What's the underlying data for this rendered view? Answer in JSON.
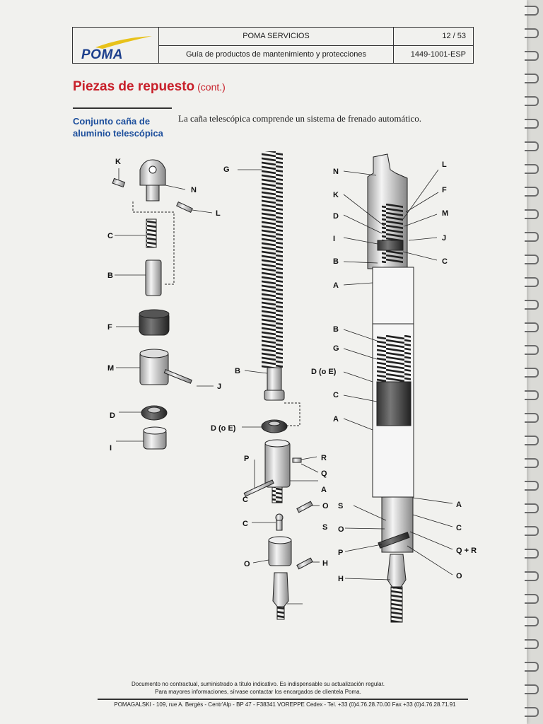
{
  "header": {
    "logo": "POMA",
    "company": "POMA SERVICIOS",
    "guide_title": "Guía de productos de mantenimiento y protecciones",
    "page_number": "12 / 53",
    "doc_code": "1449-1001-ESP"
  },
  "page_title": "Piezas de repuesto",
  "page_title_suffix": "(cont.)",
  "subheading_line1": "Conjunto caña de",
  "subheading_line2": "aluminio telescópica",
  "description": "La caña telescópica comprende un sistema de frenado automático.",
  "diagram_labels": {
    "left": [
      "K",
      "N",
      "L",
      "C",
      "B",
      "F",
      "M",
      "J",
      "D",
      "I"
    ],
    "middle": [
      "G",
      "B",
      "D (o E)",
      "P",
      "R",
      "Q",
      "A",
      "C",
      "O",
      "C",
      "S",
      "O",
      "H"
    ],
    "right_top": [
      "N",
      "L",
      "F",
      "K",
      "M",
      "D",
      "I",
      "J",
      "B",
      "C",
      "A"
    ],
    "right_mid": [
      "B",
      "G",
      "D (o E)",
      "C",
      "A"
    ],
    "right_bottom": [
      "S",
      "A",
      "O",
      "C",
      "P",
      "Q + R",
      "H",
      "O"
    ]
  },
  "footer": {
    "note_line1": "Documento no contractual, suministrado a título indicativo. Es indispensable su actualización regular.",
    "note_line2": "Para mayores informaciones, sírvase contactar los encargados de clientela Poma.",
    "address": "POMAGALSKI - 109, rue A. Bergès - Centr'Alp - BP 47 - F38341 VOREPPE Cedex - Tel. +33 (0)4.76.28.70.00 Fax +33 (0)4.76.28.71.91"
  },
  "colors": {
    "title_red": "#c8202a",
    "subheading_blue": "#1c4e9c",
    "logo_blue": "#1c3f8c",
    "logo_yellow": "#e8c21a"
  }
}
